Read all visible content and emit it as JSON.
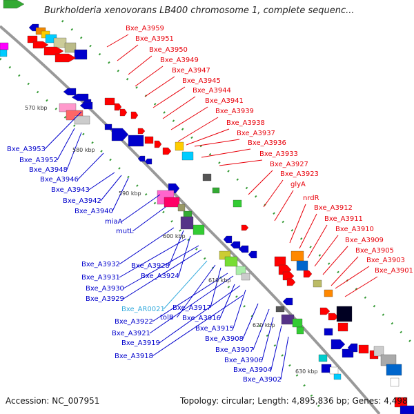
{
  "title": "Burkholderia xenovorans LB400 chromosome 1, complete sequenc...",
  "footer": {
    "accession": "Accession: NC_007951",
    "topology": "Topology: circular; Length: 4,895,836 bp; Genes: 4,498"
  },
  "colors": {
    "forward_gene_label": "#e8000a",
    "reverse_gene_label": "#0000cc",
    "rna_label": "#33aadd",
    "backbone": "#999999",
    "tick": "#339933"
  },
  "kbp_ticks": [
    "570 kbp",
    "580 kbp",
    "590 kbp",
    "600 kbp",
    "610 kbp",
    "620 kbp",
    "630 kbp"
  ],
  "labels_forward": [
    "Bxe_A3959",
    "Bxe_A3951",
    "Bxe_A3950",
    "Bxe_A3949",
    "Bxe_A3947",
    "Bxe_A3945",
    "Bxe_A3944",
    "Bxe_A3941",
    "Bxe_A3939",
    "Bxe_A3938",
    "Bxe_A3937",
    "Bxe_A3936",
    "Bxe_A3933",
    "Bxe_A3927",
    "Bxe_A3923",
    "glyA",
    "nrdR",
    "Bxe_A3912",
    "Bxe_A3911",
    "Bxe_A3910",
    "Bxe_A3909",
    "Bxe_A3905",
    "Bxe_A3903",
    "Bxe_A3901"
  ],
  "labels_reverse": [
    "Bxe_A3953",
    "Bxe_A3952",
    "Bxe_A3948",
    "Bxe_A3946",
    "Bxe_A3943",
    "Bxe_A3942",
    "Bxe_A3940",
    "miaA",
    "mutL",
    "Bxe_A3932",
    "Bxe_A3931",
    "Bxe_A3930",
    "Bxe_A3929",
    "Bxe_A3928",
    "Bxe_A3924",
    "Bxe_AR0021",
    "tolB",
    "Bxe_A3922",
    "Bxe_A3917",
    "Bxe_A3921",
    "Bxe_A3916",
    "Bxe_A3919",
    "Bxe_A3915",
    "Bxe_A3918",
    "Bxe_A3908",
    "Bxe_A3907",
    "Bxe_A3906",
    "Bxe_A3904",
    "Bxe_A3902"
  ]
}
